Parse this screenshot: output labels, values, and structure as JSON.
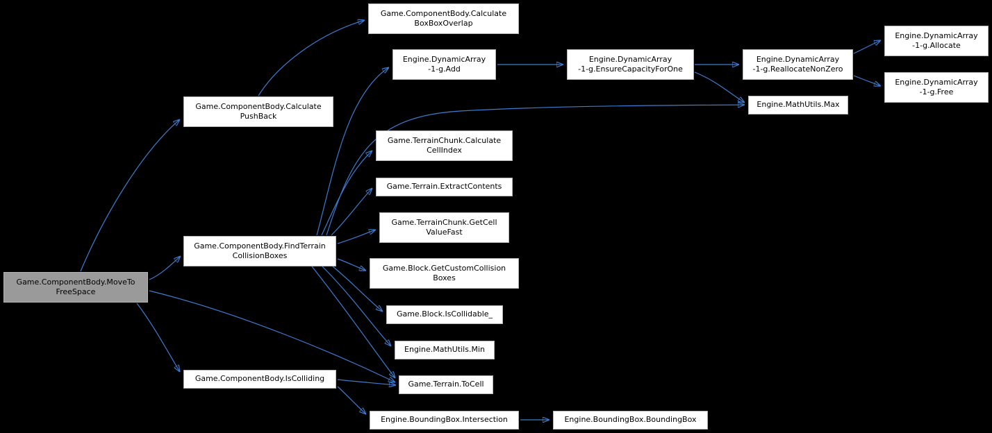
{
  "diagram": {
    "type": "call-graph",
    "background_color": "#000000",
    "edge_color": "#3c7dd1",
    "node_fill": "#ffffff",
    "highlight_node_fill": "#9a9a9a",
    "node_text_color": "#000000"
  },
  "nodes": [
    {
      "id": "move-to-free-space",
      "label": "Game.ComponentBody.MoveTo\nFreeSpace",
      "highlighted": true
    },
    {
      "id": "calculate-push-back",
      "label": "Game.ComponentBody.Calculate\nPushBack",
      "highlighted": false
    },
    {
      "id": "calculate-box-box-overlap",
      "label": "Game.ComponentBody.Calculate\nBoxBoxOverlap",
      "highlighted": false
    },
    {
      "id": "dynamic-array-add",
      "label": "Engine.DynamicArray\n-1-g.Add",
      "highlighted": false
    },
    {
      "id": "ensure-capacity-for-one",
      "label": "Engine.DynamicArray\n-1-g.EnsureCapacityForOne",
      "highlighted": false
    },
    {
      "id": "reallocate-non-zero",
      "label": "Engine.DynamicArray\n-1-g.ReallocateNonZero",
      "highlighted": false
    },
    {
      "id": "dynamic-array-allocate",
      "label": "Engine.DynamicArray\n-1-g.Allocate",
      "highlighted": false
    },
    {
      "id": "dynamic-array-free",
      "label": "Engine.DynamicArray\n-1-g.Free",
      "highlighted": false
    },
    {
      "id": "math-utils-max",
      "label": "Engine.MathUtils.Max",
      "highlighted": false
    },
    {
      "id": "calculate-cell-index",
      "label": "Game.TerrainChunk.Calculate\nCellIndex",
      "highlighted": false
    },
    {
      "id": "extract-contents",
      "label": "Game.Terrain.ExtractContents",
      "highlighted": false
    },
    {
      "id": "get-cell-value-fast",
      "label": "Game.TerrainChunk.GetCell\nValueFast",
      "highlighted": false
    },
    {
      "id": "find-terrain-collision-boxes",
      "label": "Game.ComponentBody.FindTerrain\nCollisionBoxes",
      "highlighted": false
    },
    {
      "id": "get-custom-collision-boxes",
      "label": "Game.Block.GetCustomCollision\nBoxes",
      "highlighted": false
    },
    {
      "id": "is-collidable",
      "label": "Game.Block.IsCollidable_",
      "highlighted": false
    },
    {
      "id": "math-utils-min",
      "label": "Engine.MathUtils.Min",
      "highlighted": false
    },
    {
      "id": "terrain-to-cell",
      "label": "Game.Terrain.ToCell",
      "highlighted": false
    },
    {
      "id": "is-colliding",
      "label": "Game.ComponentBody.IsColliding",
      "highlighted": false
    },
    {
      "id": "bounding-box-intersection",
      "label": "Engine.BoundingBox.Intersection",
      "highlighted": false
    },
    {
      "id": "bounding-box-constructor",
      "label": "Engine.BoundingBox.BoundingBox",
      "highlighted": false
    }
  ],
  "edges": [
    {
      "from": "move-to-free-space",
      "to": "calculate-push-back"
    },
    {
      "from": "move-to-free-space",
      "to": "find-terrain-collision-boxes"
    },
    {
      "from": "move-to-free-space",
      "to": "is-colliding"
    },
    {
      "from": "move-to-free-space",
      "to": "terrain-to-cell"
    },
    {
      "from": "calculate-push-back",
      "to": "calculate-box-box-overlap"
    },
    {
      "from": "find-terrain-collision-boxes",
      "to": "dynamic-array-add"
    },
    {
      "from": "dynamic-array-add",
      "to": "ensure-capacity-for-one"
    },
    {
      "from": "ensure-capacity-for-one",
      "to": "reallocate-non-zero"
    },
    {
      "from": "ensure-capacity-for-one",
      "to": "math-utils-max"
    },
    {
      "from": "reallocate-non-zero",
      "to": "dynamic-array-allocate"
    },
    {
      "from": "reallocate-non-zero",
      "to": "dynamic-array-free"
    },
    {
      "from": "find-terrain-collision-boxes",
      "to": "math-utils-max"
    },
    {
      "from": "find-terrain-collision-boxes",
      "to": "calculate-cell-index"
    },
    {
      "from": "find-terrain-collision-boxes",
      "to": "extract-contents"
    },
    {
      "from": "find-terrain-collision-boxes",
      "to": "get-cell-value-fast"
    },
    {
      "from": "find-terrain-collision-boxes",
      "to": "get-custom-collision-boxes"
    },
    {
      "from": "find-terrain-collision-boxes",
      "to": "is-collidable"
    },
    {
      "from": "find-terrain-collision-boxes",
      "to": "math-utils-min"
    },
    {
      "from": "find-terrain-collision-boxes",
      "to": "terrain-to-cell"
    },
    {
      "from": "is-colliding",
      "to": "terrain-to-cell"
    },
    {
      "from": "is-colliding",
      "to": "bounding-box-intersection"
    },
    {
      "from": "bounding-box-intersection",
      "to": "bounding-box-constructor"
    }
  ]
}
